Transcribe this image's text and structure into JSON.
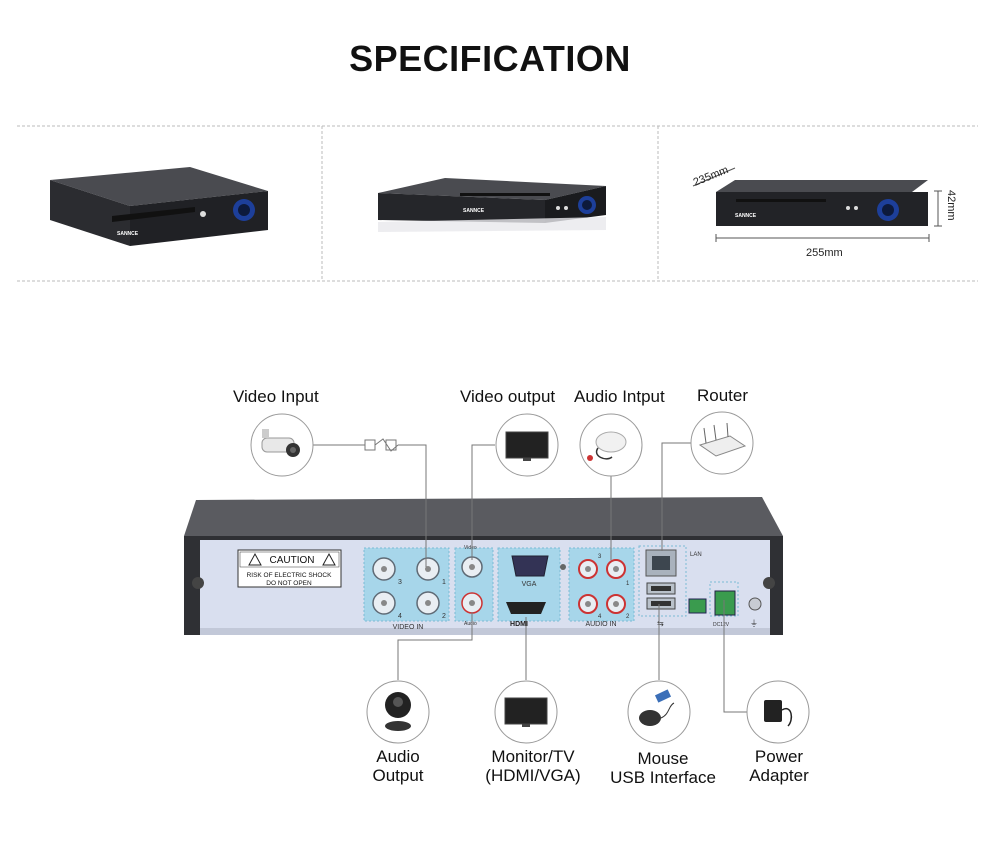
{
  "page": {
    "title": "SPECIFICATION"
  },
  "dimensions": {
    "depth": "235mm",
    "width": "255mm",
    "height": "42mm"
  },
  "brand": "SANNCE",
  "panel": {
    "caution_title": "CAUTION",
    "caution_line1": "RISK OF ELECTRIC SHOCK",
    "caution_line2": "DO NOT OPEN",
    "video_in": "VIDEO IN",
    "vga": "VGA",
    "hdmi": "HDMI",
    "audio_in": "AUDIO IN",
    "lan": "LAN",
    "dc": "DC12V",
    "video_out_small": "Video",
    "audio_out_small": "Audio",
    "port_numbers": [
      "3",
      "1",
      "4",
      "2"
    ],
    "audio_numbers": [
      "3",
      "1",
      "4",
      "2"
    ]
  },
  "labels": {
    "video_input": "Video Input",
    "video_output": "Video output",
    "audio_input": "Audio Intput",
    "router": "Router",
    "audio_output_1": "Audio",
    "audio_output_2": "Output",
    "monitor_1": "Monitor/TV",
    "monitor_2": "(HDMI/VGA)",
    "mouse_1": "Mouse",
    "mouse_2": "USB Interface",
    "power_1": "Power",
    "power_2": "Adapter"
  },
  "icons": [
    "camera-icon",
    "monitor-icon",
    "microphone-icon",
    "router-icon",
    "speaker-icon",
    "monitor-icon",
    "mouse-icon",
    "power-adapter-icon"
  ]
}
